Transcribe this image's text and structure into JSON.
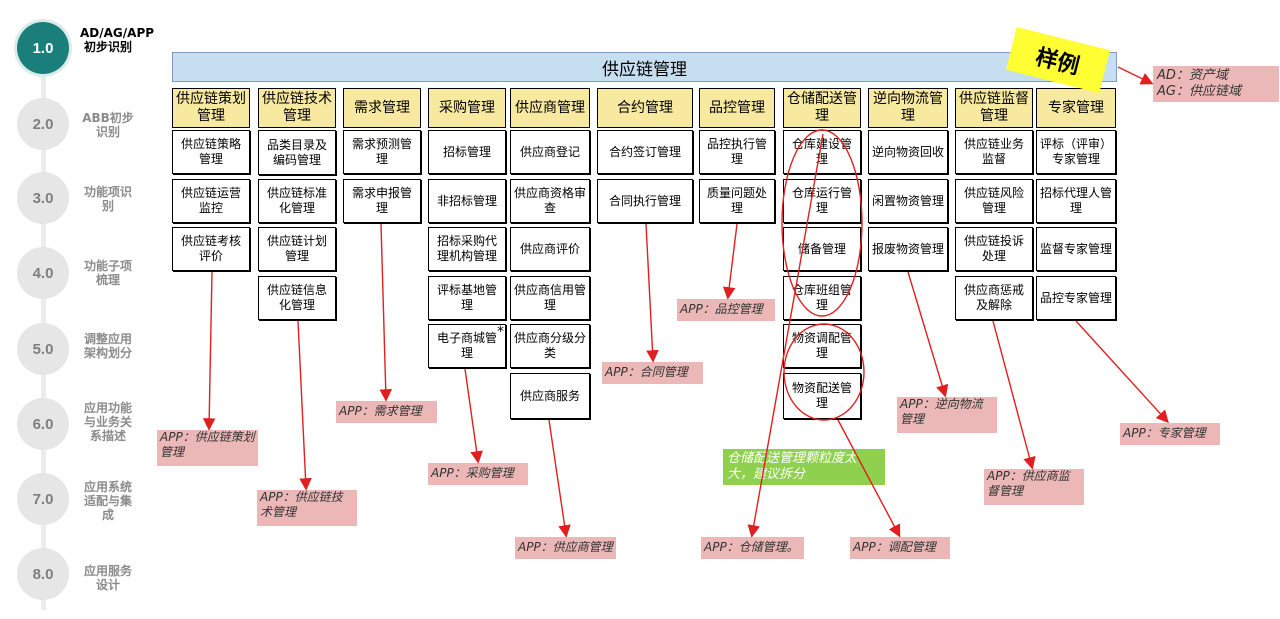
{
  "steps": [
    {
      "num": "1.0",
      "label": "AD/AG/APP初步识别",
      "active": true
    },
    {
      "num": "2.0",
      "label": "ABB初步识别",
      "active": false
    },
    {
      "num": "3.0",
      "label": "功能项识别",
      "active": false
    },
    {
      "num": "4.0",
      "label": "功能子项梳理",
      "active": false
    },
    {
      "num": "5.0",
      "label": "调整应用架构划分",
      "active": false
    },
    {
      "num": "6.0",
      "label": "应用功能与业务关系描述",
      "active": false
    },
    {
      "num": "7.0",
      "label": "应用系统适配与集成",
      "active": false
    },
    {
      "num": "8.0",
      "label": "应用服务设计",
      "active": false
    }
  ],
  "banner": "供应链管理",
  "sample_label": "样例",
  "legend": {
    "line1": "AD：资产域",
    "line2": "AG：供应链域"
  },
  "columns": [
    {
      "header": "供应链策划管理",
      "items": [
        "供应链策略管理",
        "供应链运营监控",
        "供应链考核评价"
      ]
    },
    {
      "header": "供应链技术管理",
      "items": [
        "品类目录及编码管理",
        "供应链标准化管理",
        "供应链计划管理",
        "供应链信息化管理"
      ]
    },
    {
      "header": "需求管理",
      "items": [
        "需求预测管理",
        "需求申报管理"
      ]
    },
    {
      "header": "采购管理",
      "items": [
        "招标管理",
        "非招标管理",
        "招标采购代理机构管理",
        "评标基地管理",
        "电子商城管理"
      ]
    },
    {
      "header": "供应商管理",
      "items": [
        "供应商登记",
        "供应商资格审查",
        "供应商评价",
        "供应商信用管理",
        "供应商分级分类",
        "供应商服务"
      ]
    },
    {
      "header": "合约管理",
      "items": [
        "合约签订管理",
        "合同执行管理"
      ]
    },
    {
      "header": "品控管理",
      "items": [
        "品控执行管理",
        "质量问题处理"
      ]
    },
    {
      "header": "仓储配送管理",
      "items": [
        "仓库建设管理",
        "仓库运行管理",
        "储备管理",
        "仓库班组管理",
        "物资调配管理",
        "物资配送管理"
      ]
    },
    {
      "header": "逆向物流管理",
      "items": [
        "逆向物资回收",
        "闲置物资管理",
        "报废物资管理"
      ]
    },
    {
      "header": "供应链监督管理",
      "items": [
        "供应链业务监督",
        "供应链风险管理",
        "供应链投诉处理",
        "供应商惩戒及解除"
      ]
    },
    {
      "header": "专家管理",
      "items": [
        "评标（评审）专家管理",
        "招标代理人管理",
        "监督专家管理",
        "品控专家管理"
      ]
    }
  ],
  "asterisk": "*",
  "apps": [
    "APP：供应链策划管理",
    "APP：供应链技术管理",
    "APP：需求管理",
    "APP：采购管理",
    "APP：供应商管理",
    "APP：合同管理",
    "APP：品控管理",
    "APP：仓储管理。",
    "APP：调配管理",
    "APP：逆向物流管理",
    "APP：供应商监督管理",
    "APP：专家管理"
  ],
  "note": "仓储配送管理颗粒度太大，建议拆分",
  "colors": {
    "accent": "#1a7f7a",
    "header": "#f7e9a0",
    "app": "#ebb7b7",
    "note": "#8fd14f",
    "arrow": "#e02020",
    "banner": "#c5def0",
    "sample": "#ffff33"
  }
}
